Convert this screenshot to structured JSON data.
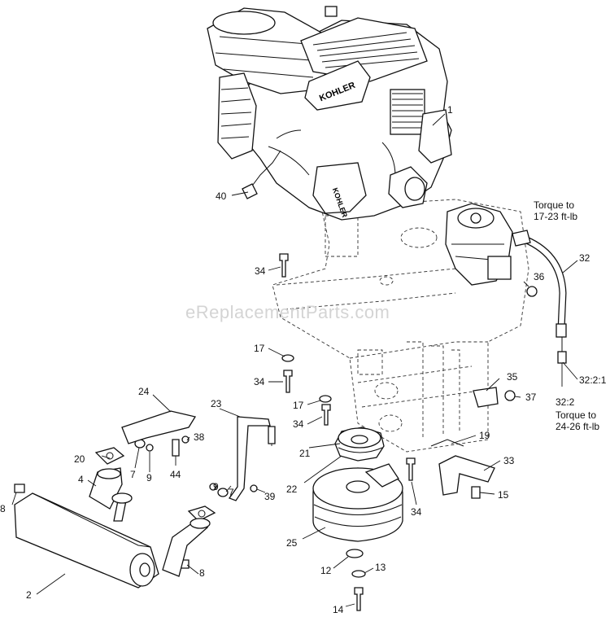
{
  "watermark": "eReplacementParts.com",
  "engine_brand": "KOHLER",
  "callouts": {
    "c1": "1",
    "c2": "2",
    "c4": "4",
    "c7a": "7",
    "c7b": "7",
    "c8a": "8",
    "c8b": "8",
    "c9a": "9",
    "c9b": "9",
    "c12": "12",
    "c13": "13",
    "c14": "14",
    "c15": "15",
    "c17a": "17",
    "c17b": "17",
    "c19": "19",
    "c20": "20",
    "c21": "21",
    "c22": "22",
    "c23": "23",
    "c24": "24",
    "c25": "25",
    "c32": "32",
    "c32_2": "32:2",
    "c32_2_1": "32:2:1",
    "c33": "33",
    "c34a": "34",
    "c34b": "34",
    "c34c": "34",
    "c34d": "34",
    "c35": "35",
    "c36": "36",
    "c37": "37",
    "c38": "38",
    "c39": "39",
    "c40": "40",
    "c44": "44"
  },
  "notes": {
    "torque_top_l1": "Torque to",
    "torque_top_l2": "17-23 ft-lb",
    "torque_bottom_l1": "Torque to",
    "torque_bottom_l2": "24-26 ft-lb"
  }
}
